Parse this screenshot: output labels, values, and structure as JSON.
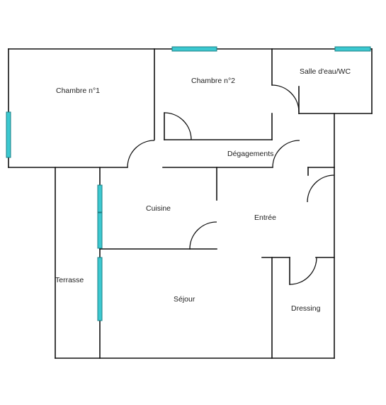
{
  "rooms": {
    "chambre1": "Chambre n°1",
    "chambre2": "Chambre n°2",
    "salle_eau": "Salle d'eau/WC",
    "degagements": "Dégagements",
    "cuisine": "Cuisine",
    "entree": "Entrée",
    "terrasse": "Terrasse",
    "sejour": "Séjour",
    "dressing": "Dressing"
  },
  "colors": {
    "wall": "#111111",
    "window": "#3cc8d0",
    "background": "#ffffff"
  }
}
